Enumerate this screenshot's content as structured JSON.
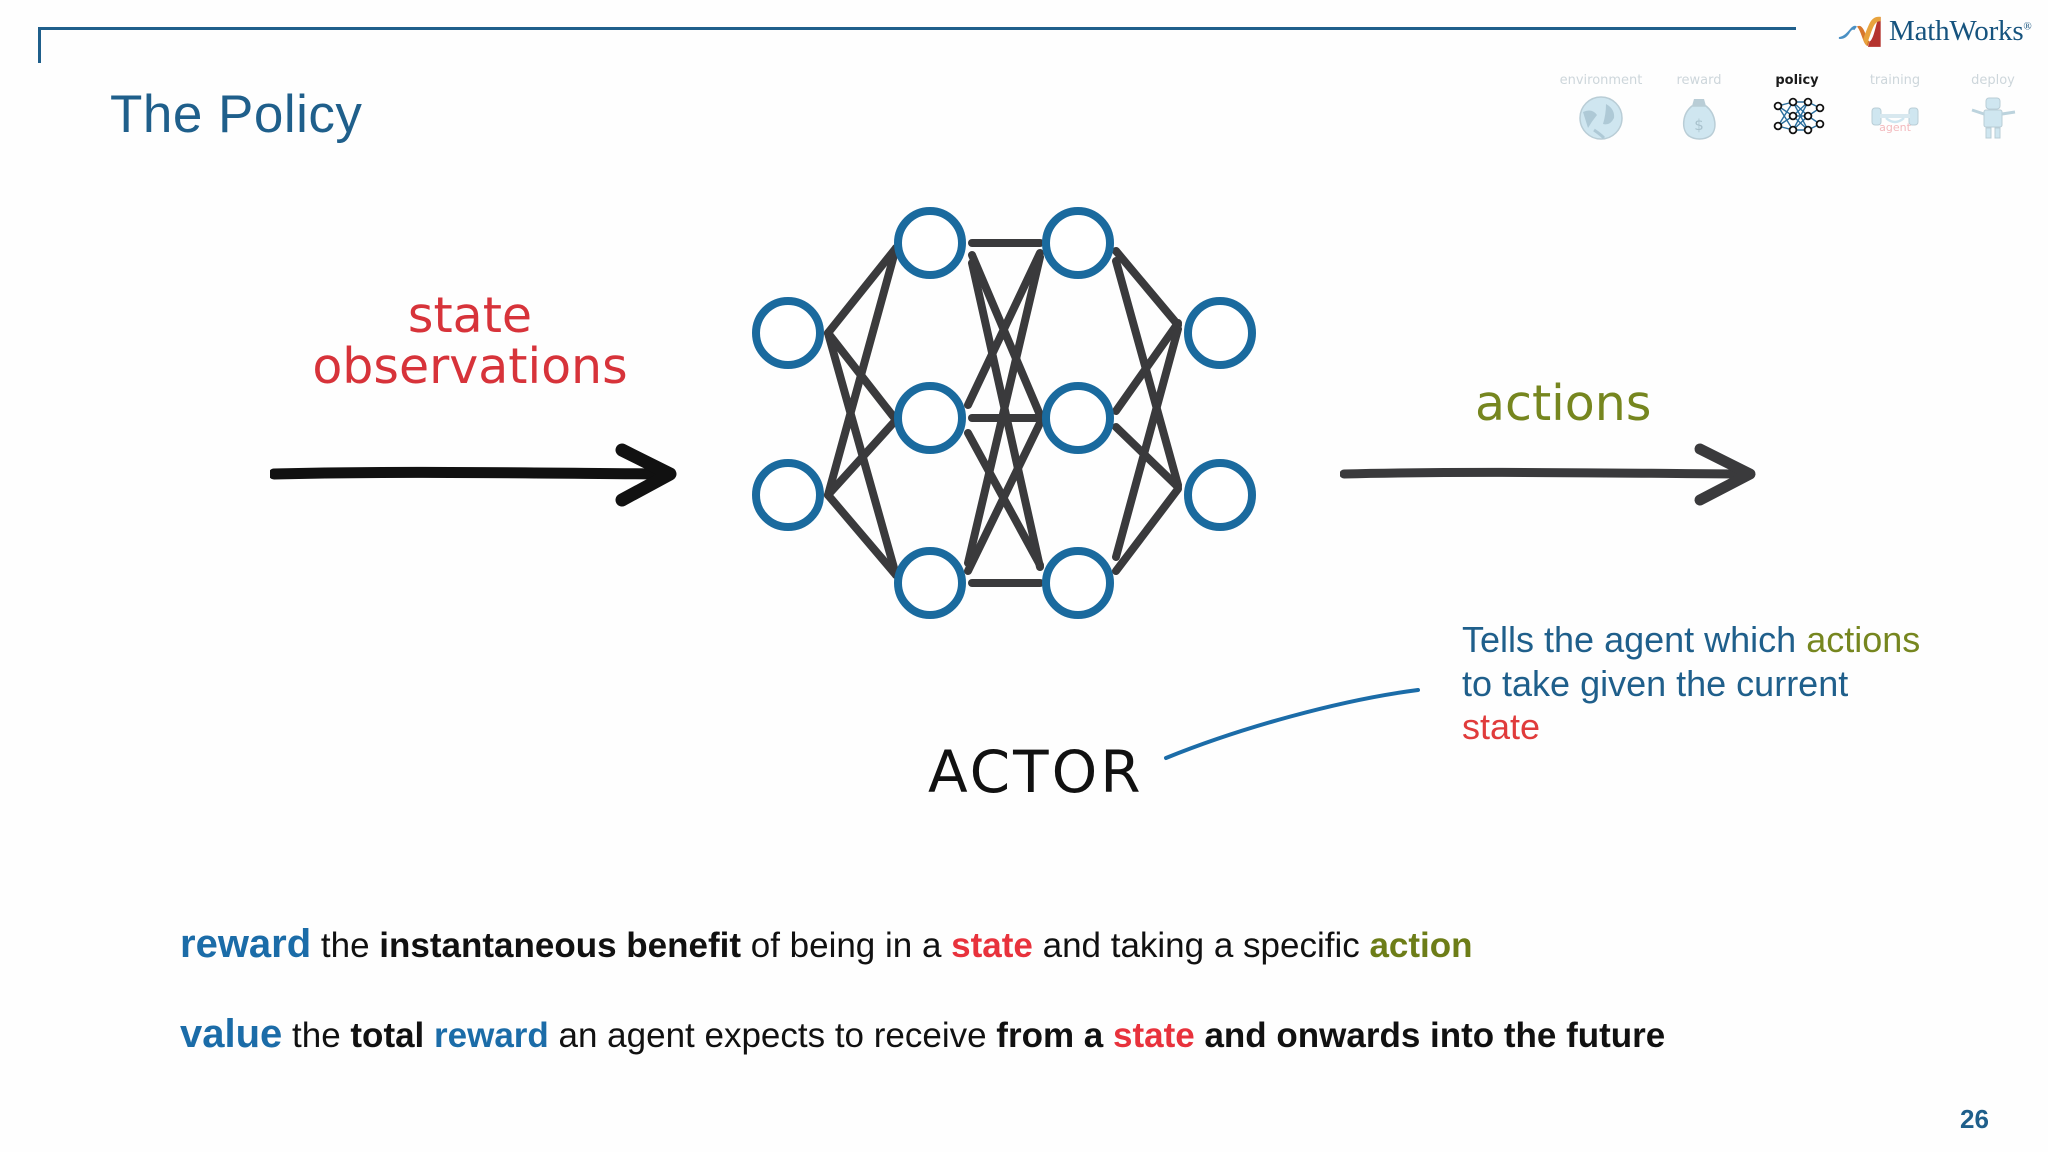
{
  "slide": {
    "title": "The Policy",
    "page_number": "26",
    "accent_color": "#1f5f8b",
    "background_color": "#fefefe"
  },
  "brand": {
    "name": "MathWorks",
    "trademark": "®",
    "logo_icon": "mathworks-membrane-icon",
    "color": "#16537e"
  },
  "nav": {
    "items": [
      {
        "label": "environment",
        "icon": "globe-icon",
        "active": false
      },
      {
        "label": "reward",
        "icon": "money-bag-icon",
        "active": false
      },
      {
        "label": "policy",
        "icon": "neural-net-icon",
        "active": true
      },
      {
        "label": "training",
        "icon": "barbell-icon",
        "active": false
      },
      {
        "label": "deploy",
        "icon": "robot-icon",
        "active": false
      }
    ],
    "dim_color": "#cdd6db",
    "active_color": "#1b1b1b"
  },
  "diagram": {
    "input_label_line1": "state",
    "input_label_line2": "observations",
    "input_label_color": "#d7333a",
    "output_label": "actions",
    "output_label_color": "#76861f",
    "network_caption": "ACTOR",
    "network_node_color": "#1a6a9e",
    "network_edge_color": "#3a3a3c",
    "arrow_color": "#111111",
    "layers": [
      2,
      3,
      3,
      2
    ],
    "leader_line_color": "#1b6ca8"
  },
  "callout": {
    "part1": "Tells the agent which ",
    "highlight_actions": "actions",
    "part2": " to take given the current ",
    "highlight_state": "state",
    "color": "#1f5f8b",
    "actions_color": "#76861f",
    "state_color": "#e03b3b"
  },
  "definitions": [
    {
      "keyword": "reward",
      "segments": [
        {
          "text": " the ",
          "style": "plain"
        },
        {
          "text": "instantaneous benefit",
          "style": "bold"
        },
        {
          "text": " of being in a ",
          "style": "plain"
        },
        {
          "text": "state",
          "style": "red"
        },
        {
          "text": " and taking a specific ",
          "style": "plain"
        },
        {
          "text": "action",
          "style": "olive"
        }
      ]
    },
    {
      "keyword": "value",
      "segments": [
        {
          "text": " the ",
          "style": "plain"
        },
        {
          "text": "total ",
          "style": "bold"
        },
        {
          "text": "reward",
          "style": "blue"
        },
        {
          "text": " an agent expects to receive ",
          "style": "plain"
        },
        {
          "text": "from a ",
          "style": "bold"
        },
        {
          "text": "state",
          "style": "red"
        },
        {
          "text": " and onwards into the future",
          "style": "bold"
        }
      ]
    }
  ]
}
